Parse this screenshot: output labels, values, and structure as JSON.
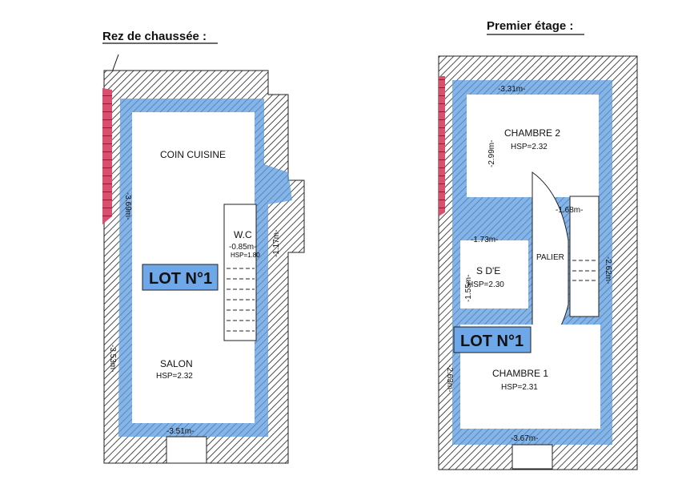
{
  "ground_floor": {
    "title": "Rez de chaussée :",
    "rooms": {
      "kitchen": "COIN CUISINE",
      "wc": "W.C",
      "wc_width": "-0.85m-",
      "wc_hsp": "HSP=1.80",
      "salon": "SALON",
      "salon_hsp": "HSP=2.32"
    },
    "dims": {
      "left_top": "-3.69m-",
      "left_bottom": "-3.53m-",
      "bottom": "-3.51m-",
      "wc_depth": "-1.17m-"
    },
    "lot": "LOT N°1"
  },
  "first_floor": {
    "title": "Premier étage :",
    "rooms": {
      "bedroom2": "CHAMBRE 2",
      "bedroom2_hsp": "HSP=2.32",
      "bathroom": "S D'E",
      "bathroom_hsp": "HSP=2.30",
      "landing": "PALIER",
      "bedroom1": "CHAMBRE 1",
      "bedroom1_hsp": "HSP=2.31"
    },
    "dims": {
      "top": "-3.31m-",
      "left_top": "-2.99m-",
      "stair": "-1.68m-",
      "bath_width": "-1.73m-",
      "bath_depth": "-1.55m-",
      "stair_depth": "-2.62m-",
      "left_bottom": "-2.63m-",
      "bottom": "-3.67m-"
    },
    "lot": "LOT N°1"
  },
  "colors": {
    "blue": "#5b9be0",
    "lot_bg": "#6ea8e8",
    "wall_red": "#d9506e"
  }
}
